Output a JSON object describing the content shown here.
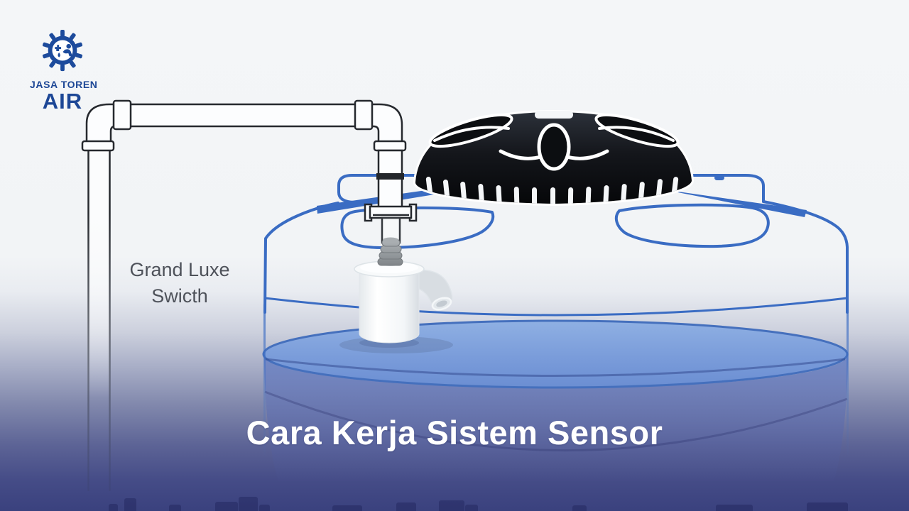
{
  "logo": {
    "line1": "JASA TOREN",
    "line2": "AIR",
    "color": "#1d4796",
    "icon": "gear-water-service-icon"
  },
  "diagram": {
    "device_label": {
      "line1": "Grand Luxe",
      "line2": "Swicth",
      "color": "#4e525a"
    },
    "elements": [
      "water-tank-outline",
      "black-ribbed-tank-lid",
      "inlet-pipe-assembly",
      "float-valve-with-elbow-spout",
      "water-surface"
    ],
    "colors": {
      "tank_outline": "#3a6cc3",
      "water_top": "#8fb0e3",
      "water_bottom": "#6b8ed2",
      "lid": "#0a0c10",
      "pipe_outline": "#26292e",
      "background_top": "#f3f5f7",
      "background_bottom": "#3a417e"
    }
  },
  "title": {
    "text": "Cara Kerja Sistem Sensor",
    "color": "#ffffff"
  }
}
